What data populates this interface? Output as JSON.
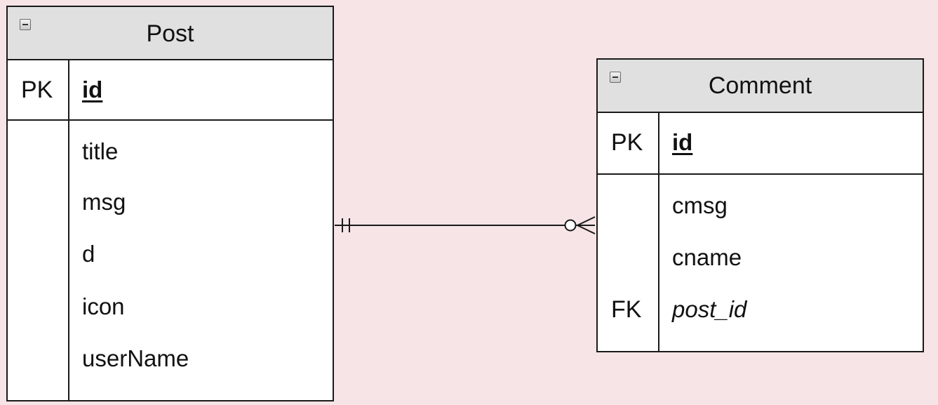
{
  "entities": {
    "post": {
      "title": "Post",
      "pk_label": "PK",
      "pk_field": "id",
      "fields": [
        "title",
        "msg",
        "d",
        "icon",
        "userName"
      ]
    },
    "comment": {
      "title": "Comment",
      "pk_label": "PK",
      "pk_field": "id",
      "fields": [
        "cmsg",
        "cname"
      ],
      "fk_label": "FK",
      "fk_field": "post_id"
    }
  },
  "relationship": {
    "from": "Post",
    "to": "Comment",
    "from_cardinality": "one-and-only-one",
    "to_cardinality": "zero-or-many"
  }
}
